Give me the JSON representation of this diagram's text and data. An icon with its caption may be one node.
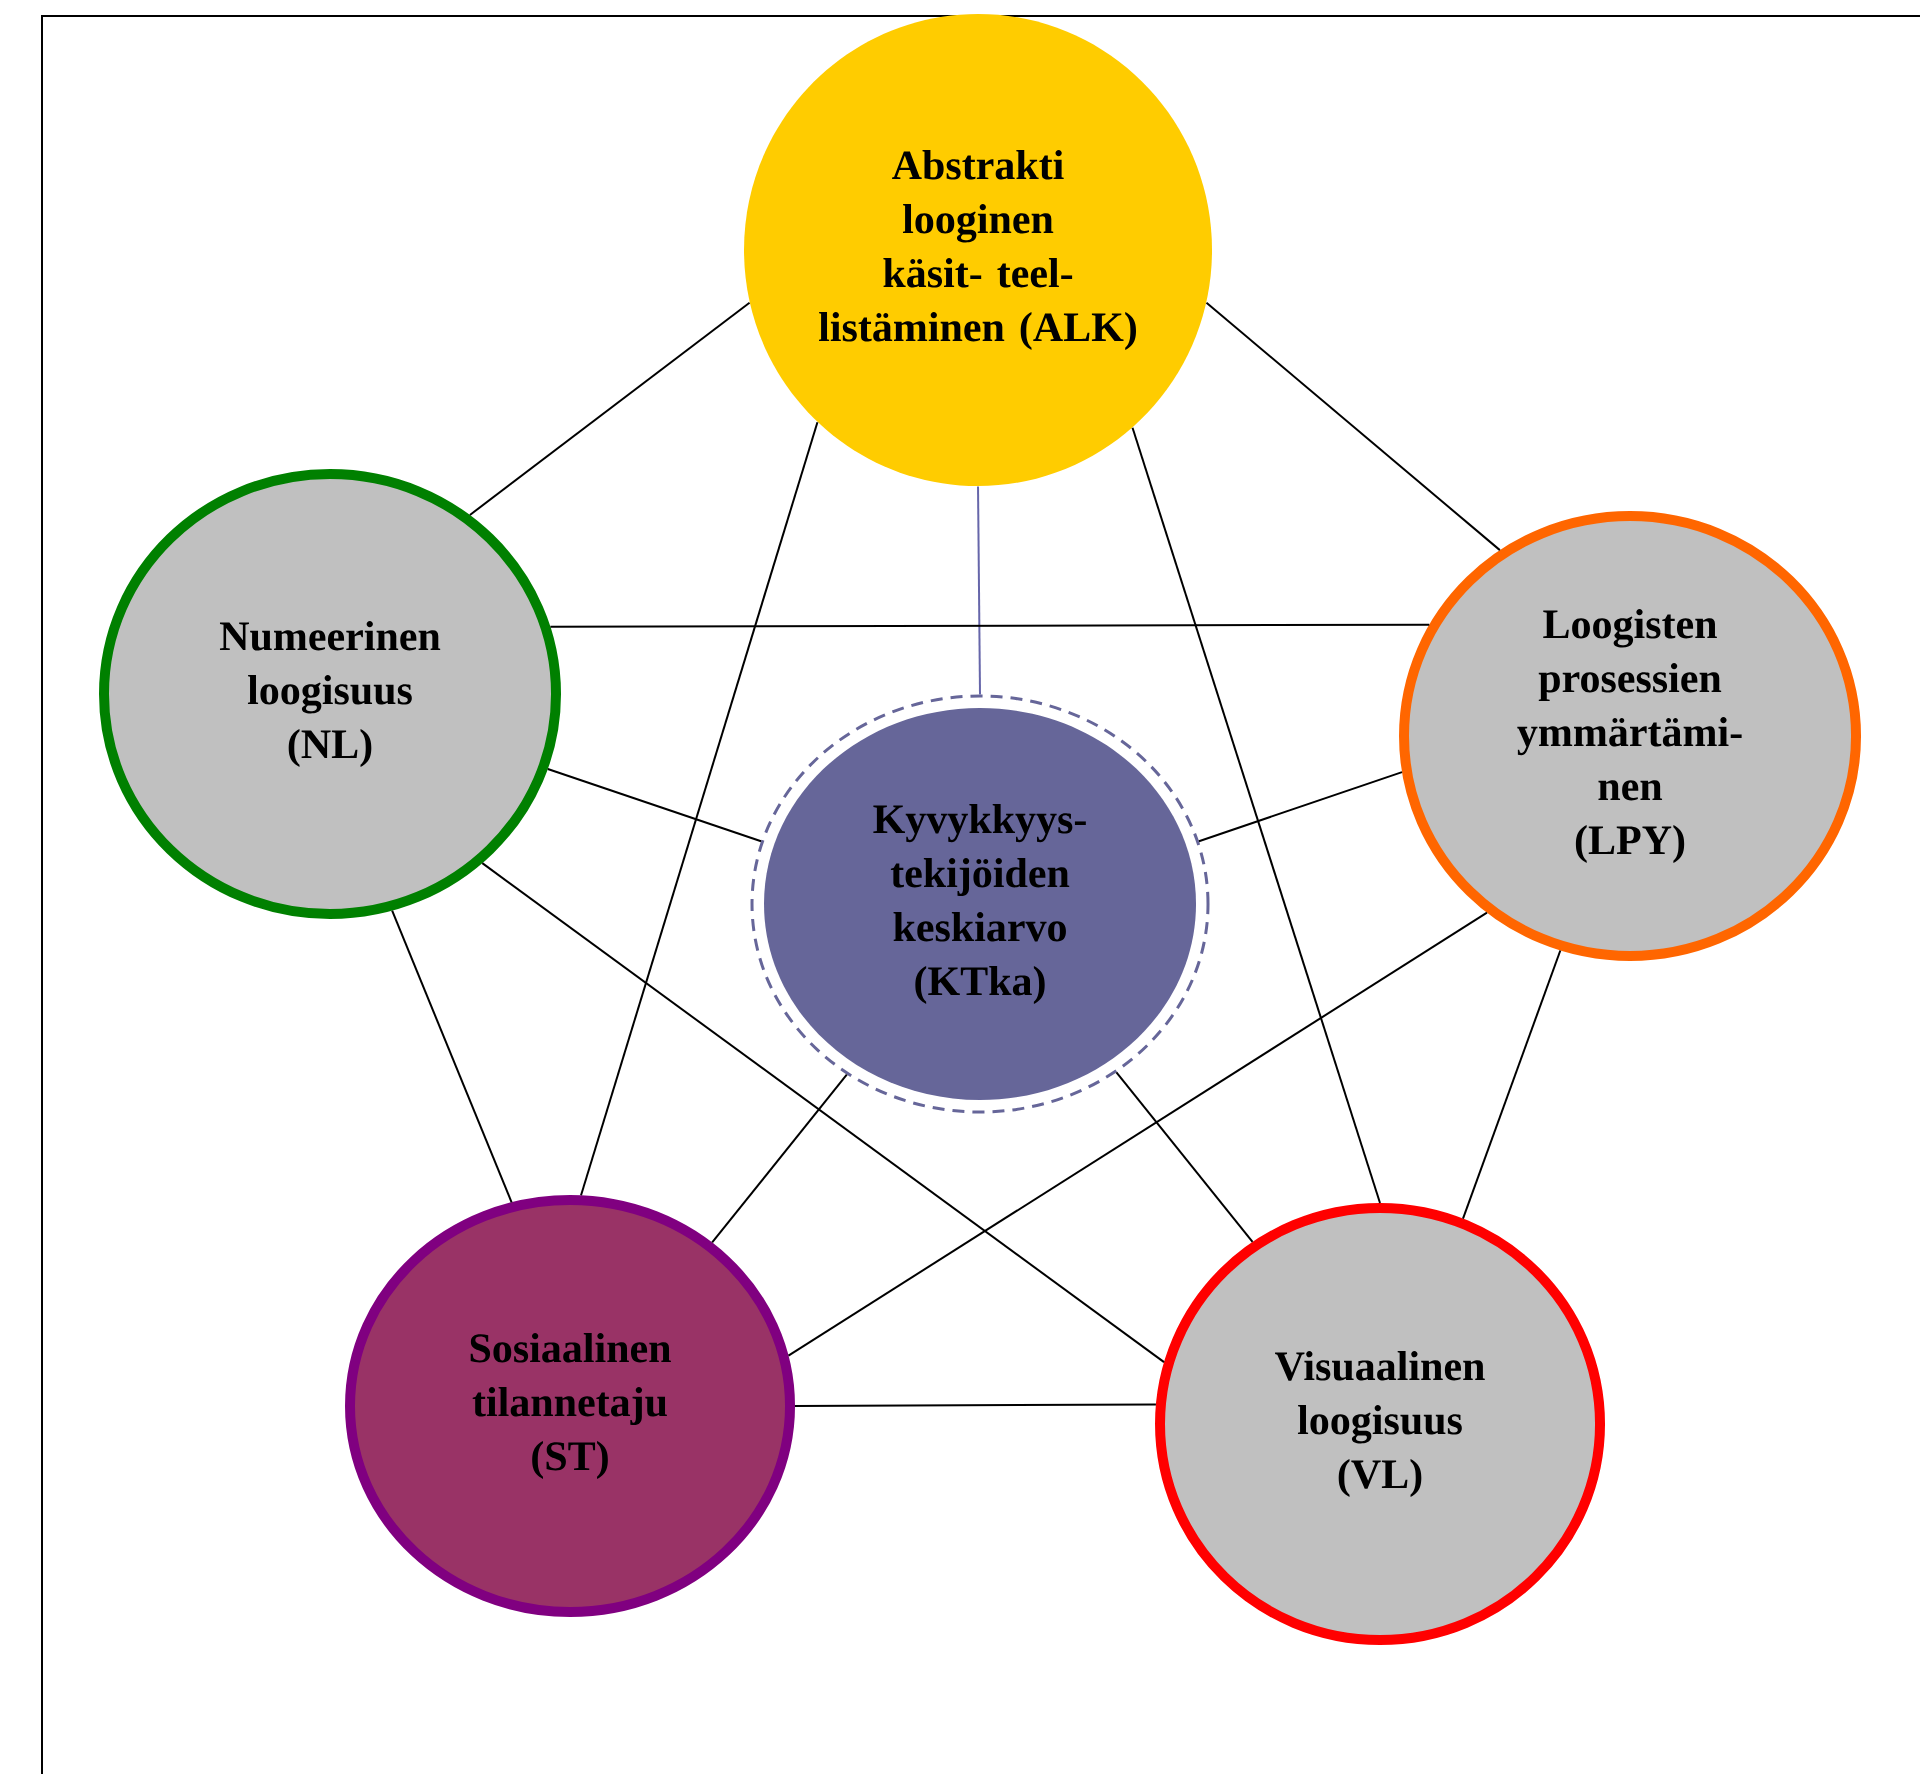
{
  "diagram": {
    "nodes": [
      {
        "text": [
          "Abstrakti looginen käsit- teel-listäminen (ALK)"
        ]
      },
      {
        "text": [
          "Numeerinen loogisuus (NL)"
        ]
      },
      {
        "text": [
          "Loogisten prosessien ymmärtämi- nen (LPY)"
        ]
      },
      {
        "text": [
          "Kyvykkyys- tekijöiden keskiarvo (KTka)"
        ]
      },
      {
        "text": [
          "Sosiaalinen tilannetaju (ST)"
        ]
      },
      {
        "text": [
          "Visuaalinen loogisuus (VL)"
        ]
      }
    ],
    "edges": [
      {
        "from": 0,
        "to": 1,
        "arrow": "none"
      },
      {
        "from": 0,
        "to": 2,
        "arrow": "none"
      },
      {
        "from": 0,
        "to": 3,
        "arrow": "none",
        "color": "#6666aa"
      },
      {
        "from": 0,
        "to": 4,
        "arrow": "none"
      },
      {
        "from": 0,
        "to": 5,
        "arrow": "none"
      },
      {
        "from": 1,
        "to": 2,
        "arrow": "none"
      },
      {
        "from": 1,
        "to": 3,
        "arrow": "none"
      },
      {
        "from": 1,
        "to": 4,
        "arrow": "none"
      },
      {
        "from": 1,
        "to": 5,
        "arrow": "none"
      },
      {
        "from": 2,
        "to": 3,
        "arrow": "none"
      },
      {
        "from": 2,
        "to": 4,
        "arrow": "none"
      },
      {
        "from": 2,
        "to": 5,
        "arrow": "none"
      },
      {
        "from": 3,
        "to": 4,
        "arrow": "none"
      },
      {
        "from": 3,
        "to": 5,
        "arrow": "none"
      },
      {
        "from": 4,
        "to": 5,
        "arrow": "none"
      }
    ]
  }
}
